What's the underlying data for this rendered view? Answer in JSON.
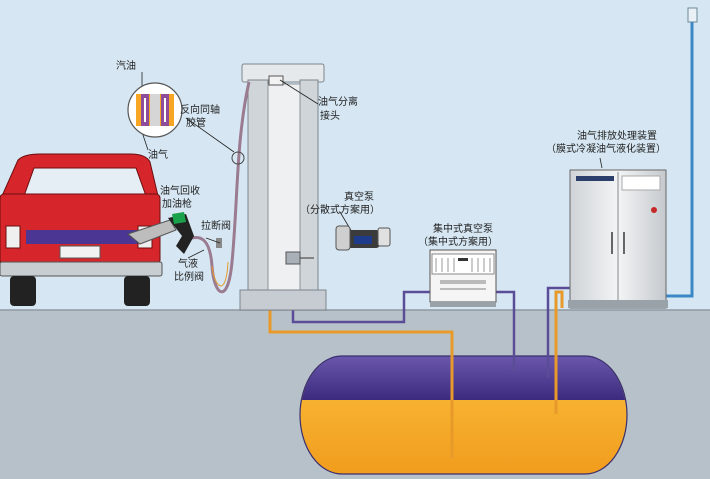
{
  "labels": {
    "gasoline": "汽油",
    "coaxial_hose_1": "反向同轴",
    "coaxial_hose_2": "胶管",
    "vapor": "油气",
    "vapor_separator_1": "油气分离",
    "vapor_separator_2": "接头",
    "recovery_nozzle_1": "油气回收",
    "recovery_nozzle_2": "加油枪",
    "breakaway_valve": "拉断阀",
    "ratio_valve_1": "气液",
    "ratio_valve_2": "比例阀",
    "vacuum_pump_1": "真空泵",
    "vacuum_pump_2": "（分散式方案用）",
    "central_pump_1": "集中式真空泵",
    "central_pump_2": "（集中式方案用）",
    "treatment_unit_1": "油气排放处理装置",
    "treatment_unit_2": "（膜式冷凝油气液化装置）"
  },
  "colors": {
    "sky": "#d6e7f3",
    "ground": "#b9c3cb",
    "car": "#d7262b",
    "gasoline_line": "#e79a2a",
    "vapor_line": "#5a4c96",
    "vent_pipe": "#3c88c6",
    "tank_liquid": "#f7a823",
    "tank_vapor": "#4c3693"
  }
}
